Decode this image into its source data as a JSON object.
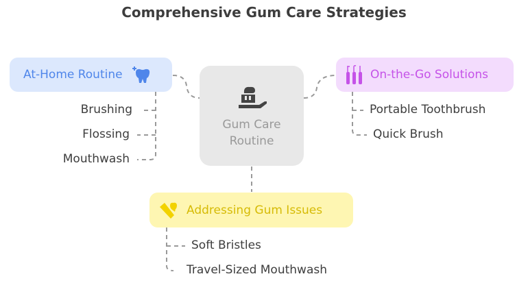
{
  "title": "Comprehensive Gum Care Strategies",
  "center": {
    "label_line1": "Gum Care",
    "label_line2": "Routine",
    "icon": "toothbrush-hand-icon"
  },
  "branches": {
    "at_home": {
      "label": "At-Home Routine",
      "icon": "tooth-sparkle-icon",
      "color": "#4f86ea",
      "bg": "#dce8fd",
      "items": [
        "Brushing",
        "Flossing",
        "Mouthwash"
      ]
    },
    "on_the_go": {
      "label": "On-the-Go Solutions",
      "icon": "dental-tools-icon",
      "color": "#c552e8",
      "bg": "#f3dcfd",
      "items": [
        "Portable Toothbrush",
        "Quick Brush"
      ]
    },
    "gum_issues": {
      "label": "Addressing Gum Issues",
      "icon": "toothbrush-tooth-icon",
      "color": "#d6bb06",
      "bg": "#fef6b2",
      "items": [
        "Soft Bristles",
        "Travel-Sized Mouthwash"
      ]
    }
  }
}
